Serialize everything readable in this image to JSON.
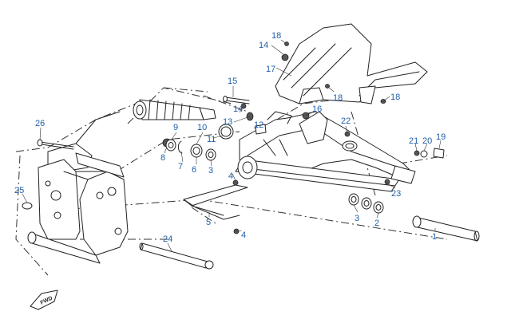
{
  "diagram": {
    "direction_label": "FWD",
    "callouts": [
      {
        "n": "18"
      },
      {
        "n": "14"
      },
      {
        "n": "17"
      },
      {
        "n": "18"
      },
      {
        "n": "18"
      },
      {
        "n": "15"
      },
      {
        "n": "14"
      },
      {
        "n": "16"
      },
      {
        "n": "13"
      },
      {
        "n": "12"
      },
      {
        "n": "22"
      },
      {
        "n": "26"
      },
      {
        "n": "9"
      },
      {
        "n": "10"
      },
      {
        "n": "11"
      },
      {
        "n": "8"
      },
      {
        "n": "7"
      },
      {
        "n": "6"
      },
      {
        "n": "3"
      },
      {
        "n": "4"
      },
      {
        "n": "21"
      },
      {
        "n": "20"
      },
      {
        "n": "19"
      },
      {
        "n": "25"
      },
      {
        "n": "23"
      },
      {
        "n": "3"
      },
      {
        "n": "2"
      },
      {
        "n": "5"
      },
      {
        "n": "4"
      },
      {
        "n": "1"
      },
      {
        "n": "24"
      }
    ]
  }
}
